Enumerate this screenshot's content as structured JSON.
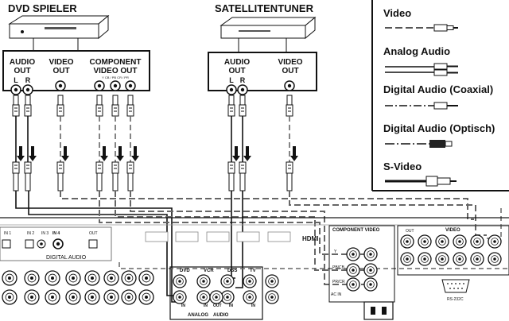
{
  "sources": {
    "dvd": {
      "title": "DVD SPIELER",
      "audio_out": [
        "AUDIO",
        "OUT"
      ],
      "video_out": [
        "VIDEO",
        "OUT"
      ],
      "component_out": [
        "COMPONENT",
        "VIDEO OUT"
      ],
      "component_sub": "Y    CB / PB  CR / PR",
      "lr": [
        "L",
        "R"
      ]
    },
    "sat": {
      "title": "SATELLITENTUNER",
      "audio_out": [
        "AUDIO",
        "OUT"
      ],
      "video_out": [
        "VIDEO",
        "OUT"
      ],
      "lr": [
        "L",
        "R"
      ]
    }
  },
  "legend": {
    "items": [
      {
        "label": "Video"
      },
      {
        "label": "Analog Audio"
      },
      {
        "label": "Digital Audio (Coaxial)"
      },
      {
        "label": "Digital Audio (Optisch)"
      },
      {
        "label": "S-Video"
      }
    ]
  },
  "receiver": {
    "digital_audio": "DIGITAL AUDIO",
    "in_labels": [
      "IN 1",
      "IN 2",
      "IN 3",
      "IN 4",
      "OUT"
    ],
    "hdmi": "HDMI",
    "component_video": "COMPONENT VIDEO",
    "video": "VIDEO",
    "y": "Y",
    "pb": "PB/CB",
    "pr": "PR/CR",
    "dvd": "DVD",
    "vcr": "VCR",
    "dss": "DSS",
    "tv": "TV",
    "in": "IN",
    "out": "OUT",
    "analog": "ANALOG",
    "audio": "AUDIO",
    "rs232": "RS-232C",
    "ac_in": "AC IN"
  }
}
